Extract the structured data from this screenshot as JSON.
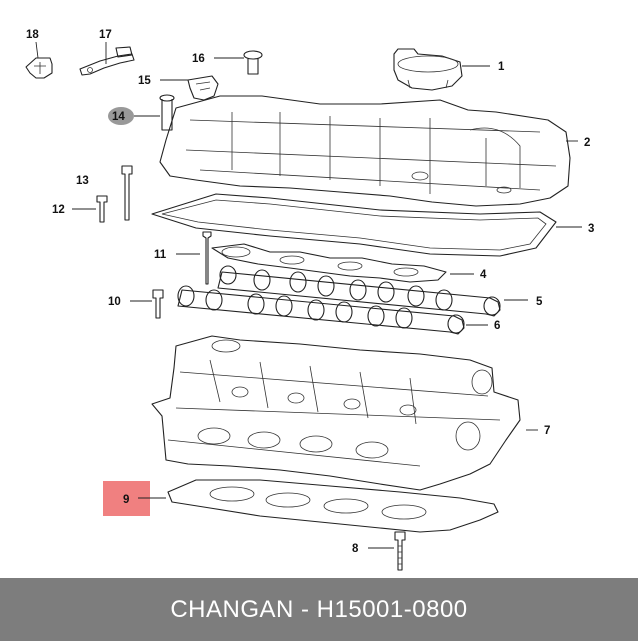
{
  "footer": {
    "text": "CHANGAN - H15001-0800"
  },
  "colors": {
    "highlight_box": "#f08080",
    "highlight_circle": "#999999",
    "footer_bg": "#7d7d7d"
  },
  "callouts": [
    {
      "id": "1",
      "label": "1",
      "part": "oil-filler-cap"
    },
    {
      "id": "2",
      "label": "2",
      "part": "valve-cover"
    },
    {
      "id": "3",
      "label": "3",
      "part": "valve-cover-gasket"
    },
    {
      "id": "4",
      "label": "4",
      "part": "spark-plug-well-seal"
    },
    {
      "id": "5",
      "label": "5",
      "part": "intake-camshaft"
    },
    {
      "id": "6",
      "label": "6",
      "part": "exhaust-camshaft"
    },
    {
      "id": "7",
      "label": "7",
      "part": "cylinder-head"
    },
    {
      "id": "8",
      "label": "8",
      "part": "dowel-bolt"
    },
    {
      "id": "9",
      "label": "9",
      "part": "cylinder-head-gasket",
      "highlighted": true
    },
    {
      "id": "10",
      "label": "10",
      "part": "small-bolt"
    },
    {
      "id": "11",
      "label": "11",
      "part": "head-bolt"
    },
    {
      "id": "12",
      "label": "12",
      "part": "cover-bolt"
    },
    {
      "id": "13",
      "label": "13",
      "part": "long-bolt"
    },
    {
      "id": "14",
      "label": "14",
      "part": "stud",
      "circled": true
    },
    {
      "id": "15",
      "label": "15",
      "part": "sensor"
    },
    {
      "id": "16",
      "label": "16",
      "part": "screw"
    },
    {
      "id": "17",
      "label": "17",
      "part": "bracket"
    },
    {
      "id": "18",
      "label": "18",
      "part": "clip-bracket"
    }
  ]
}
